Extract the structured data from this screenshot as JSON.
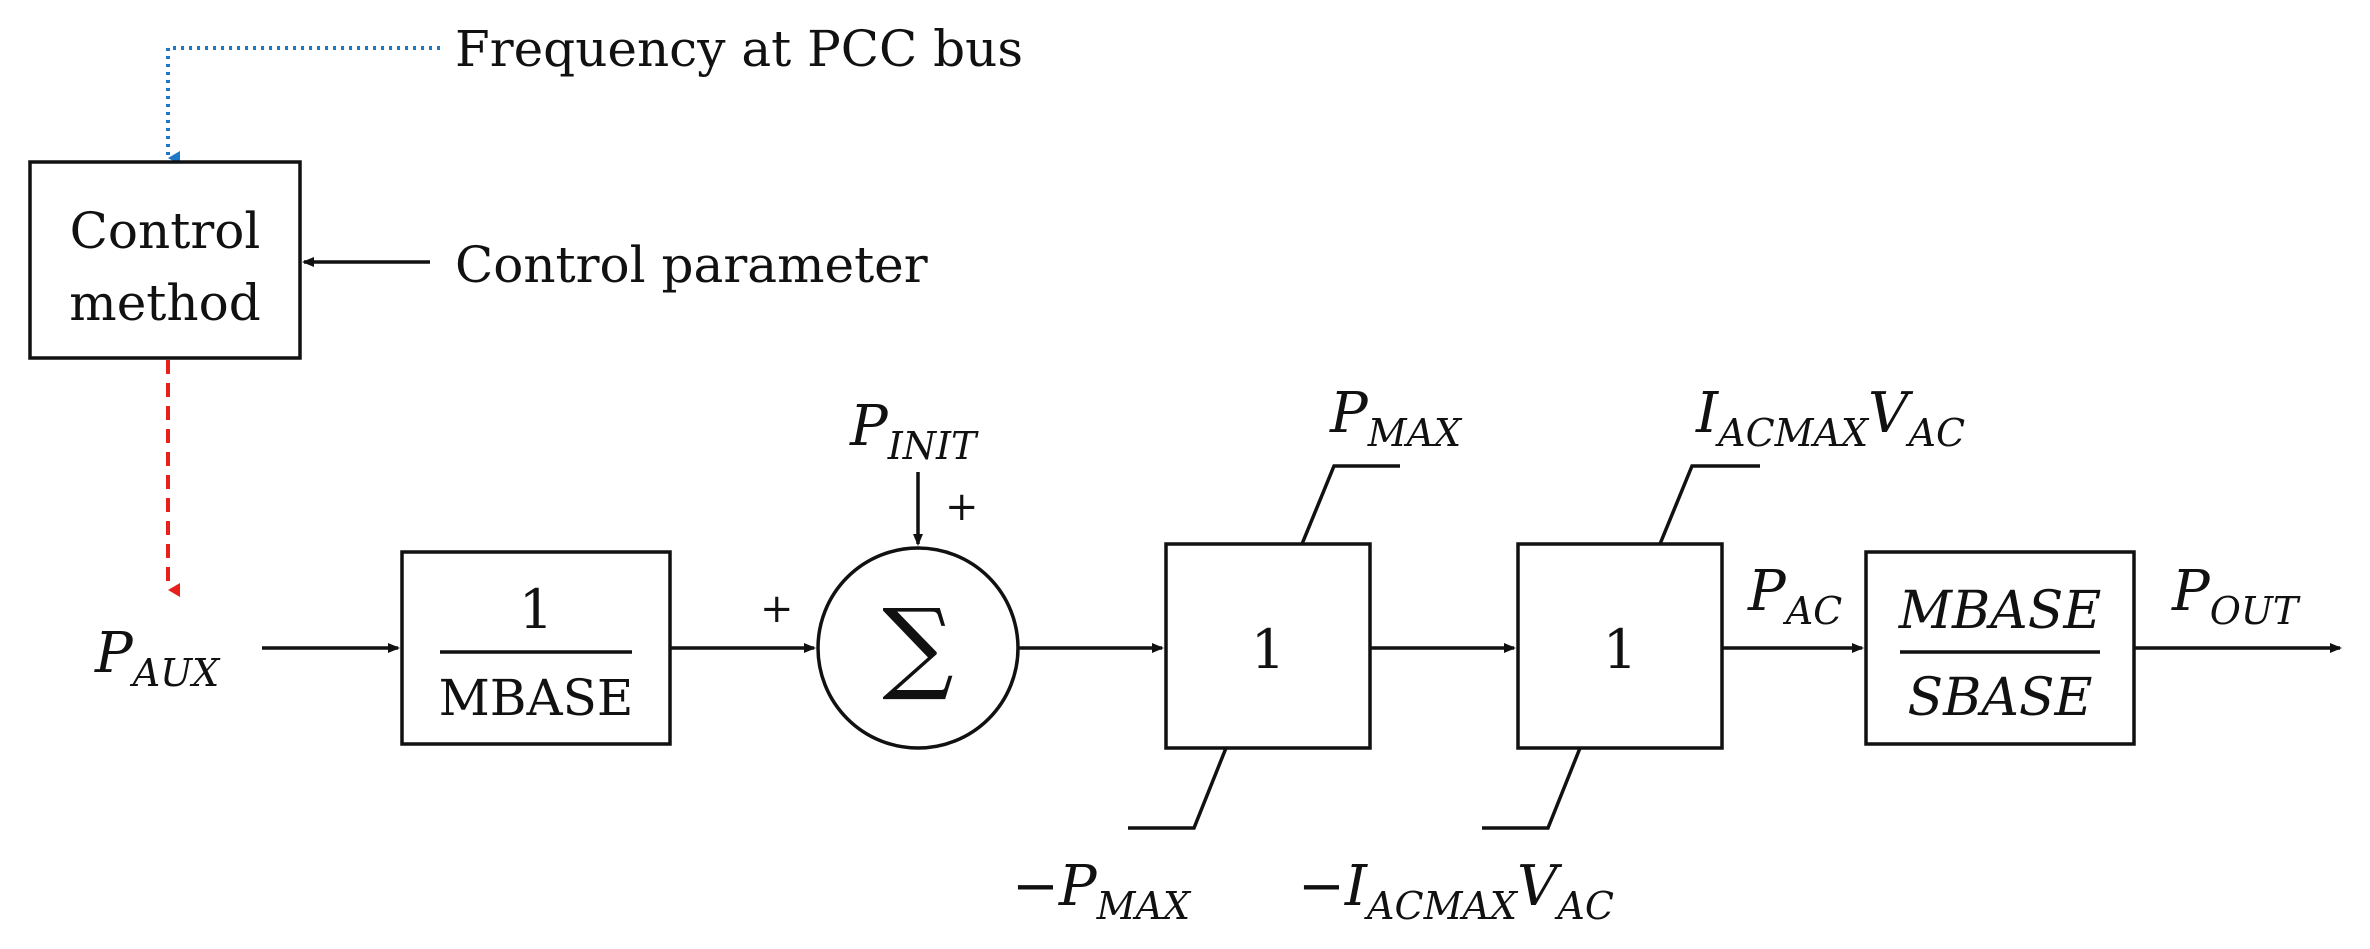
{
  "signals": {
    "frequency_label": "Frequency at PCC bus",
    "control_param_label": "Control parameter"
  },
  "control_block": {
    "line1": "Control",
    "line2": "method"
  },
  "input": {
    "base": "P",
    "sub": "AUX"
  },
  "gain_block": {
    "numerator": "1",
    "denominator": "MBASE"
  },
  "summer": {
    "symbol": "∑",
    "plus_left": "+",
    "plus_top": "+",
    "init_base": "P",
    "init_sub": "INIT"
  },
  "limiter1": {
    "value": "1",
    "upper_base": "P",
    "upper_sub": "MAX",
    "lower_prefix": "−P",
    "lower_sub": "MAX"
  },
  "limiter2": {
    "value": "1",
    "upper_i": "I",
    "upper_sub1": "ACMAX",
    "upper_v": "V",
    "upper_sub2": "AC",
    "lower_prefix": "−I",
    "lower_sub1": "ACMAX",
    "lower_v": "V",
    "lower_sub2": "AC"
  },
  "pac": {
    "base": "P",
    "sub": "AC"
  },
  "scale_block": {
    "numerator": "MBASE",
    "denominator": "SBASE"
  },
  "output": {
    "base": "P",
    "sub": "OUT"
  },
  "colors": {
    "frequency_line": "#1f77c8",
    "aux_line": "#e8201c",
    "main": "#111111"
  }
}
